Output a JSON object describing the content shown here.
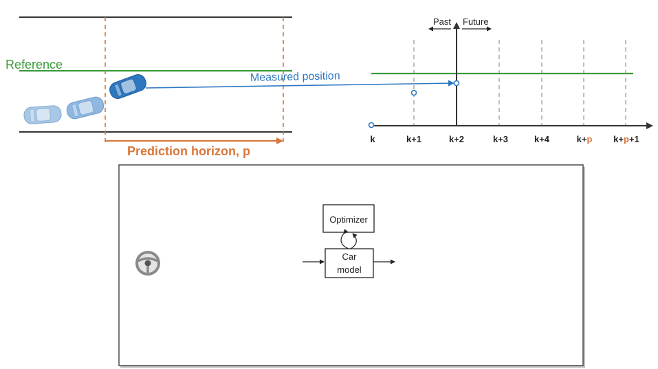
{
  "colors": {
    "reference": "#3a9a3a",
    "measured": "#2e78c0",
    "horizon": "#d9773a",
    "road": "#3a3a3a"
  },
  "road": {
    "reference_label": "Reference",
    "measured_label": "Measured position",
    "horizon_label": "Prediction horizon, p"
  },
  "timeline": {
    "past_label": "Past",
    "future_label": "Future",
    "ticks": [
      {
        "pre": "k",
        "accent": "",
        "post": ""
      },
      {
        "pre": "k+1",
        "accent": "",
        "post": ""
      },
      {
        "pre": "k+2",
        "accent": "",
        "post": ""
      },
      {
        "pre": "k+3",
        "accent": "",
        "post": ""
      },
      {
        "pre": "k+4",
        "accent": "",
        "post": ""
      },
      {
        "pre": "k+",
        "accent": "p",
        "post": ""
      },
      {
        "pre": "k+",
        "accent": "p",
        "post": "+1"
      }
    ]
  },
  "block_diagram": {
    "optimizer_label": "Optimizer",
    "car_model_line1": "Car",
    "car_model_line2": "model",
    "steering_icon": "steering-wheel-icon"
  }
}
